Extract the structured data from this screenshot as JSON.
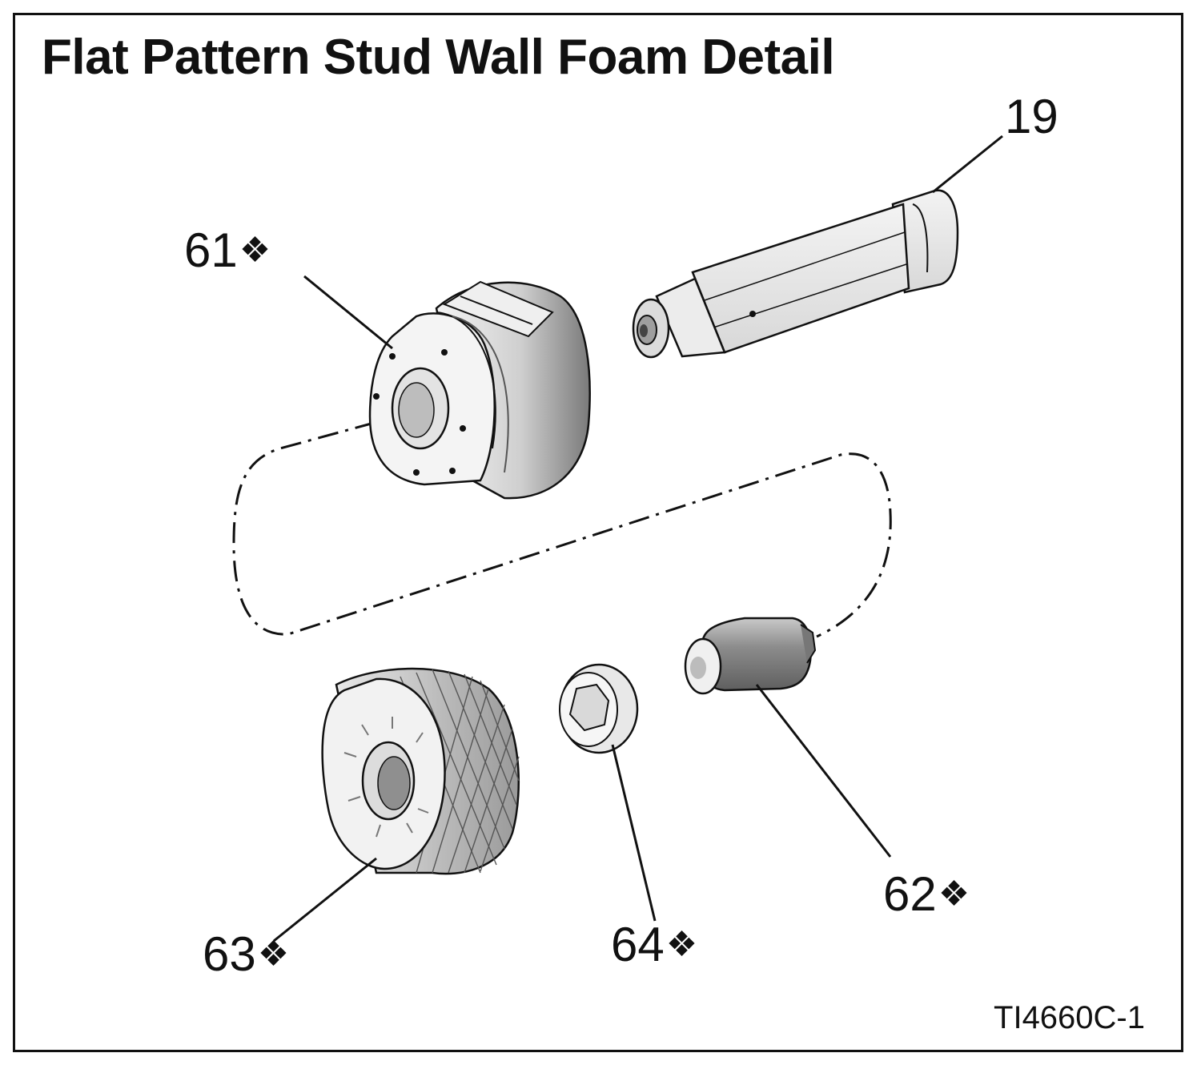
{
  "title": "Flat Pattern Stud Wall Foam Detail",
  "callouts": {
    "c19": {
      "number": "19",
      "mark": ""
    },
    "c61": {
      "number": "61",
      "mark": "❖"
    },
    "c62": {
      "number": "62",
      "mark": "❖"
    },
    "c63": {
      "number": "63",
      "mark": "❖"
    },
    "c64": {
      "number": "64",
      "mark": "❖"
    }
  },
  "figure_id": "TI4660C-1"
}
